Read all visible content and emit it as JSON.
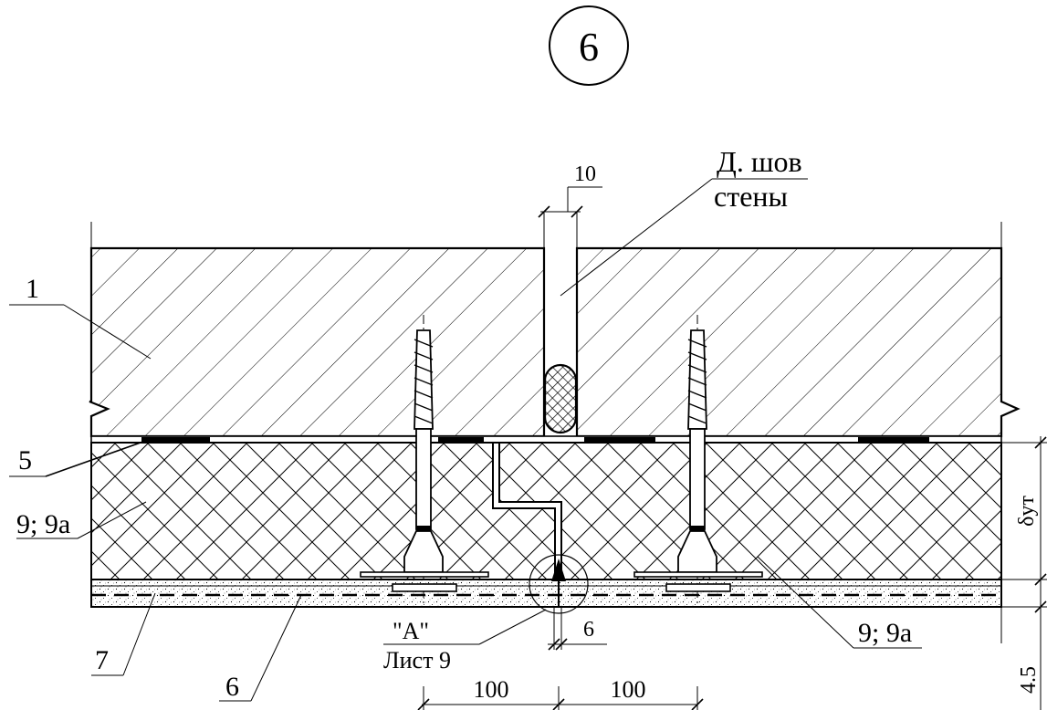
{
  "detail": {
    "number": "6"
  },
  "callouts": {
    "item1": "1",
    "item5": "5",
    "item9_left": "9; 9а",
    "item9_right": "9; 9а",
    "item7": "7",
    "item6": "6",
    "joint_line1": "Д. шов",
    "joint_line2": "стены"
  },
  "dimensions": {
    "gap_width": "10",
    "step_width": "6",
    "left_span": "100",
    "right_span": "100",
    "render_thickness": "4.5",
    "insulation_thickness": "δут"
  },
  "reference": {
    "node": "\"A\"",
    "sheet": "Лист 9"
  },
  "colors": {
    "line": "#000000",
    "background": "#ffffff"
  }
}
